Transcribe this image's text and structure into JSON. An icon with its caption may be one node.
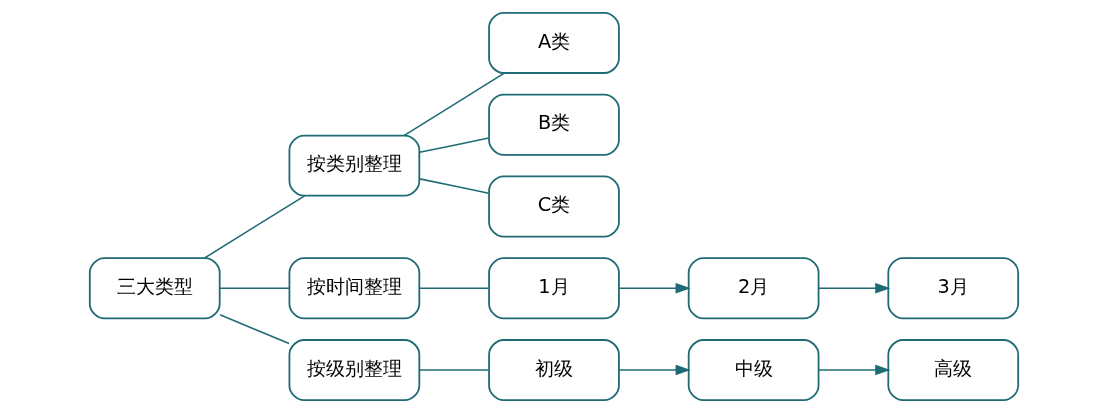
{
  "diagram": {
    "nodes": [
      {
        "text": [
          "三大类型"
        ]
      },
      {
        "text": [
          "按类别整理"
        ]
      },
      {
        "text": [
          "A类"
        ]
      },
      {
        "text": [
          "B类"
        ]
      },
      {
        "text": [
          "C类"
        ]
      },
      {
        "text": [
          "按时间整理"
        ]
      },
      {
        "text": [
          "1月"
        ]
      },
      {
        "text": [
          "2月"
        ]
      },
      {
        "text": [
          "3月"
        ]
      },
      {
        "text": [
          "按级别整理"
        ]
      },
      {
        "text": [
          "初级"
        ]
      },
      {
        "text": [
          "中级"
        ]
      },
      {
        "text": [
          "高级"
        ]
      }
    ],
    "edges": [
      {
        "from": 0,
        "to": 1,
        "arrow": "none"
      },
      {
        "from": 0,
        "to": 5,
        "arrow": "none"
      },
      {
        "from": 0,
        "to": 9,
        "arrow": "none"
      },
      {
        "from": 1,
        "to": 2,
        "arrow": "none"
      },
      {
        "from": 1,
        "to": 3,
        "arrow": "none"
      },
      {
        "from": 1,
        "to": 4,
        "arrow": "none"
      },
      {
        "from": 5,
        "to": 6,
        "arrow": "none"
      },
      {
        "from": 6,
        "to": 7,
        "arrow": "to"
      },
      {
        "from": 7,
        "to": 8,
        "arrow": "to"
      },
      {
        "from": 9,
        "to": 10,
        "arrow": "none"
      },
      {
        "from": 10,
        "to": 11,
        "arrow": "to"
      },
      {
        "from": 11,
        "to": 12,
        "arrow": "to"
      }
    ]
  }
}
